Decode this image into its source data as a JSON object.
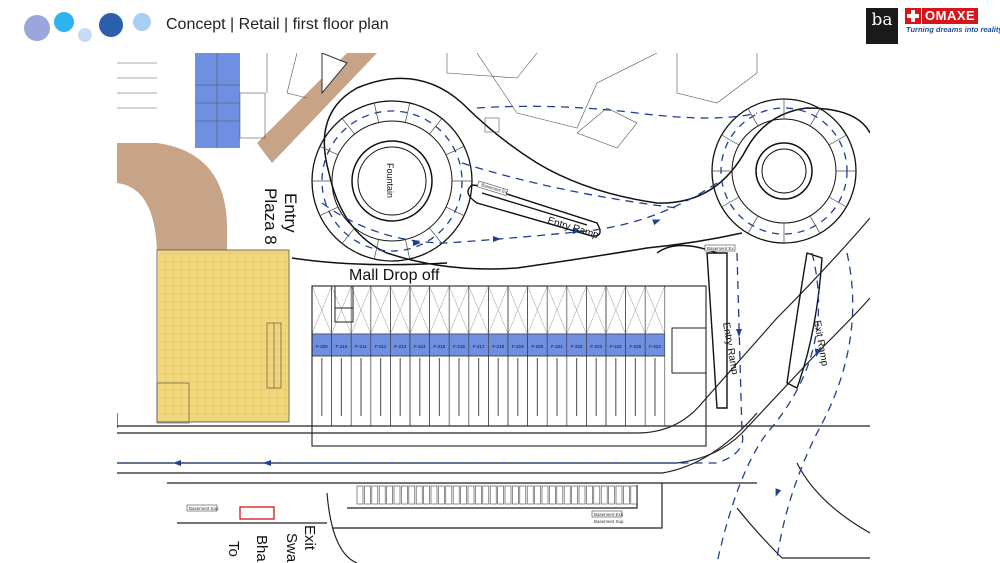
{
  "header": {
    "title": "Concept | Retail | first floor plan",
    "dot_colors": [
      "#9aa6dc",
      "#2fb3ee",
      "#c6dcf2",
      "#2a5fae",
      "#a8cef0"
    ]
  },
  "logos": {
    "ba": {
      "mark": "ba",
      "tagline": ""
    },
    "omaxe": {
      "name": "OMAXE",
      "tagline": "Turning dreams into reality"
    }
  },
  "plan": {
    "labels": {
      "entry_plaza": "Entry",
      "entry_plaza_2": "Plaza 8",
      "mall_drop_off": "Mall Drop off",
      "fountain": "Fountain",
      "entry_ramp_top": "Entry Ramp",
      "entry_ramp_right": "Entry Ramp",
      "exit_ramp": "Exit Ramp",
      "exit_bottom": "Exit",
      "bottom_cut_1": "Swa",
      "bottom_cut_2": "Bha",
      "bottom_cut_3": "To",
      "basement_exit_top": "Basement Ex",
      "basement_exit_right": "Basement Ex",
      "basement_exit_bottom": "Basement Exit",
      "basement_sup_left": "Basement Sup",
      "basement_sup_bottom": "Basement Sup"
    },
    "shops": [
      "F-209",
      "F-210",
      "F-211",
      "F-212",
      "F-213",
      "F-214",
      "F-215",
      "F-216",
      "F-217",
      "F-218",
      "F-219",
      "F-220",
      "F-221",
      "F-222",
      "F-223",
      "F-224",
      "F-225",
      "F-224"
    ],
    "colors": {
      "shop_blue": "#6f8fe0",
      "food_court_yellow": "#f3d77c",
      "path_tan": "#c7a387",
      "drive_lane_blue": "#1f3f8f"
    }
  }
}
